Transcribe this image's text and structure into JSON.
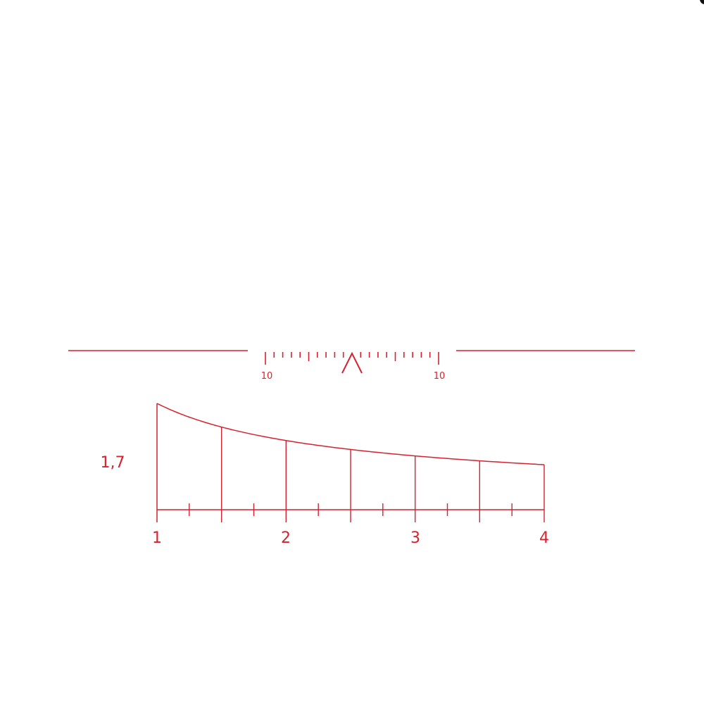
{
  "reticle": {
    "color": "#d8212f",
    "horizontal_scale": {
      "left_label": "10",
      "right_label": "10",
      "tick_count": 21
    },
    "range_scale": {
      "stadia_label": "1,7",
      "distance_labels": [
        "1",
        "2",
        "3",
        "4"
      ],
      "distance_values": [
        1,
        2,
        3,
        4
      ]
    }
  },
  "corner_icon": "corner-dot-icon"
}
